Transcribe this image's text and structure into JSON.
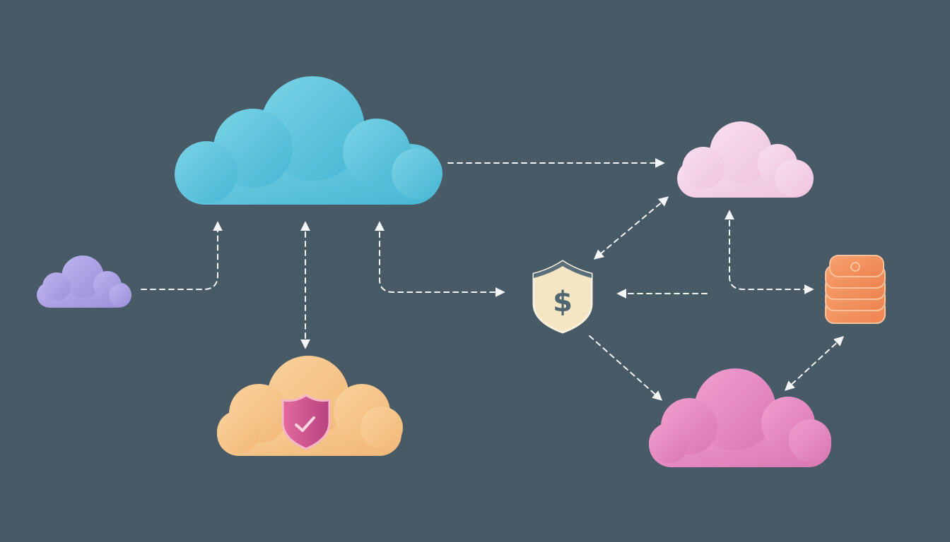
{
  "diagram": {
    "background_color": "#485a66",
    "arrow_color": "#f3f5f7",
    "nodes": [
      {
        "id": "main-cloud",
        "icon": "cloud-icon",
        "color": "#5ec2da"
      },
      {
        "id": "small-purple-cloud",
        "icon": "cloud-icon",
        "color": "#aea3e6"
      },
      {
        "id": "orange-cloud",
        "icon": "cloud-icon",
        "color": "#f6c488"
      },
      {
        "id": "security-shield",
        "icon": "shield-check-icon",
        "color": "#d2558e"
      },
      {
        "id": "light-pink-cloud",
        "icon": "cloud-icon",
        "color": "#f5d1e8"
      },
      {
        "id": "payment-shield",
        "icon": "shield-dollar-icon",
        "color": "#f4e6c2",
        "symbol": "$"
      },
      {
        "id": "database-stack",
        "icon": "database-stack-icon",
        "color": "#f2915f"
      },
      {
        "id": "pink-cloud",
        "icon": "cloud-icon",
        "color": "#e88fc3"
      }
    ]
  }
}
